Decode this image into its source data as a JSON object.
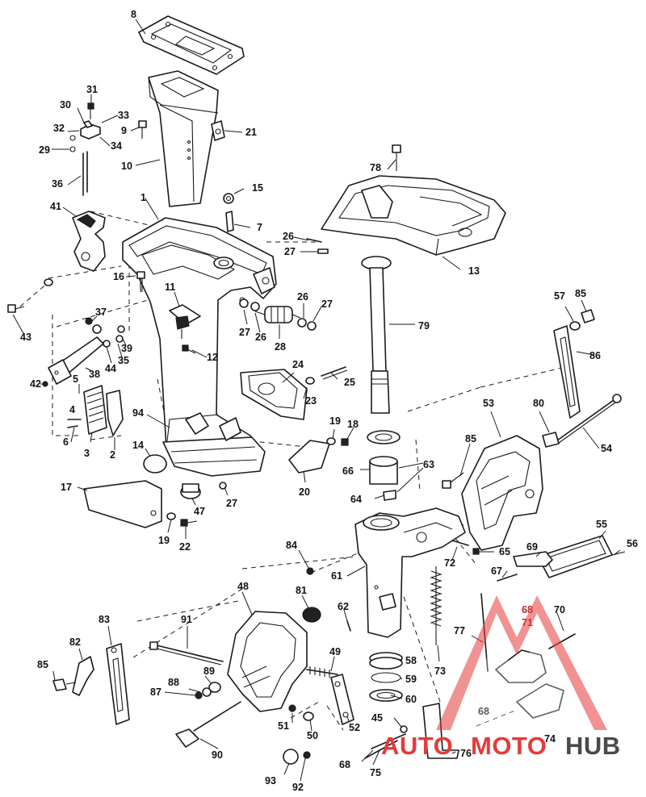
{
  "diagram": {
    "callouts": [
      {
        "id": "c8",
        "t": "8"
      },
      {
        "id": "c31",
        "t": "31"
      },
      {
        "id": "c30",
        "t": "30"
      },
      {
        "id": "c33",
        "t": "33"
      },
      {
        "id": "c32",
        "t": "32"
      },
      {
        "id": "c9",
        "t": "9"
      },
      {
        "id": "c21",
        "t": "21"
      },
      {
        "id": "c34",
        "t": "34"
      },
      {
        "id": "c29",
        "t": "29"
      },
      {
        "id": "c10",
        "t": "10"
      },
      {
        "id": "c36",
        "t": "36"
      },
      {
        "id": "c15",
        "t": "15"
      },
      {
        "id": "c78",
        "t": "78"
      },
      {
        "id": "c41",
        "t": "41"
      },
      {
        "id": "c1",
        "t": "1"
      },
      {
        "id": "c7",
        "t": "7"
      },
      {
        "id": "c26a",
        "t": "26"
      },
      {
        "id": "c27a",
        "t": "27"
      },
      {
        "id": "c13",
        "t": "13"
      },
      {
        "id": "c16",
        "t": "16"
      },
      {
        "id": "c11",
        "t": "11"
      },
      {
        "id": "c26b",
        "t": "26"
      },
      {
        "id": "c27b",
        "t": "27"
      },
      {
        "id": "c43",
        "t": "43"
      },
      {
        "id": "c37",
        "t": "37"
      },
      {
        "id": "c27c",
        "t": "27"
      },
      {
        "id": "c26c",
        "t": "26"
      },
      {
        "id": "c28",
        "t": "28"
      },
      {
        "id": "c79",
        "t": "79"
      },
      {
        "id": "c57",
        "t": "57"
      },
      {
        "id": "c85a",
        "t": "85"
      },
      {
        "id": "c39",
        "t": "39"
      },
      {
        "id": "c35",
        "t": "35"
      },
      {
        "id": "c44",
        "t": "44"
      },
      {
        "id": "c12",
        "t": "12"
      },
      {
        "id": "c86",
        "t": "86"
      },
      {
        "id": "c38",
        "t": "38"
      },
      {
        "id": "c24",
        "t": "24"
      },
      {
        "id": "c25",
        "t": "25"
      },
      {
        "id": "c5",
        "t": "5"
      },
      {
        "id": "c42",
        "t": "42"
      },
      {
        "id": "c23",
        "t": "23"
      },
      {
        "id": "c53",
        "t": "53"
      },
      {
        "id": "c80",
        "t": "80"
      },
      {
        "id": "c4",
        "t": "4"
      },
      {
        "id": "c94",
        "t": "94"
      },
      {
        "id": "c19a",
        "t": "19"
      },
      {
        "id": "c18",
        "t": "18"
      },
      {
        "id": "c6",
        "t": "6"
      },
      {
        "id": "c3",
        "t": "3"
      },
      {
        "id": "c2",
        "t": "2"
      },
      {
        "id": "c85b",
        "t": "85"
      },
      {
        "id": "c54",
        "t": "54"
      },
      {
        "id": "c14",
        "t": "14"
      },
      {
        "id": "c20",
        "t": "20"
      },
      {
        "id": "c66",
        "t": "66"
      },
      {
        "id": "c63",
        "t": "63"
      },
      {
        "id": "c17",
        "t": "17"
      },
      {
        "id": "c27d",
        "t": "27"
      },
      {
        "id": "c64",
        "t": "64"
      },
      {
        "id": "c47",
        "t": "47"
      },
      {
        "id": "c55",
        "t": "55"
      },
      {
        "id": "c56",
        "t": "56"
      },
      {
        "id": "c19b",
        "t": "19"
      },
      {
        "id": "c22",
        "t": "22"
      },
      {
        "id": "c84",
        "t": "84"
      },
      {
        "id": "c69",
        "t": "69"
      },
      {
        "id": "c65",
        "t": "65"
      },
      {
        "id": "c72",
        "t": "72"
      },
      {
        "id": "c67",
        "t": "67"
      },
      {
        "id": "c61",
        "t": "61"
      },
      {
        "id": "c48",
        "t": "48"
      },
      {
        "id": "c81",
        "t": "81"
      },
      {
        "id": "c62",
        "t": "62"
      },
      {
        "id": "c68a",
        "t": "68"
      },
      {
        "id": "c70",
        "t": "70"
      },
      {
        "id": "c71",
        "t": "71"
      },
      {
        "id": "c83",
        "t": "83"
      },
      {
        "id": "c91",
        "t": "91"
      },
      {
        "id": "c77",
        "t": "77"
      },
      {
        "id": "c82",
        "t": "82"
      },
      {
        "id": "c49",
        "t": "49"
      },
      {
        "id": "c58",
        "t": "58"
      },
      {
        "id": "c73",
        "t": "73"
      },
      {
        "id": "c85c",
        "t": "85"
      },
      {
        "id": "c89",
        "t": "89"
      },
      {
        "id": "c59",
        "t": "59"
      },
      {
        "id": "c88",
        "t": "88"
      },
      {
        "id": "c87",
        "t": "87"
      },
      {
        "id": "c60",
        "t": "60"
      },
      {
        "id": "c68b",
        "t": "68"
      },
      {
        "id": "c51",
        "t": "51"
      },
      {
        "id": "c45",
        "t": "45"
      },
      {
        "id": "c50",
        "t": "50"
      },
      {
        "id": "c52",
        "t": "52"
      },
      {
        "id": "c74",
        "t": "74"
      },
      {
        "id": "c90",
        "t": "90"
      },
      {
        "id": "c68c",
        "t": "68"
      },
      {
        "id": "c76",
        "t": "76"
      },
      {
        "id": "c75",
        "t": "75"
      },
      {
        "id": "c93",
        "t": "93"
      },
      {
        "id": "c92",
        "t": "92"
      }
    ]
  },
  "watermark": {
    "part1": "AUTO",
    "part2": "MOTO",
    "part3": "HUB",
    "color_red": "#e63a3a",
    "color_gray": "#4a4a4a"
  }
}
